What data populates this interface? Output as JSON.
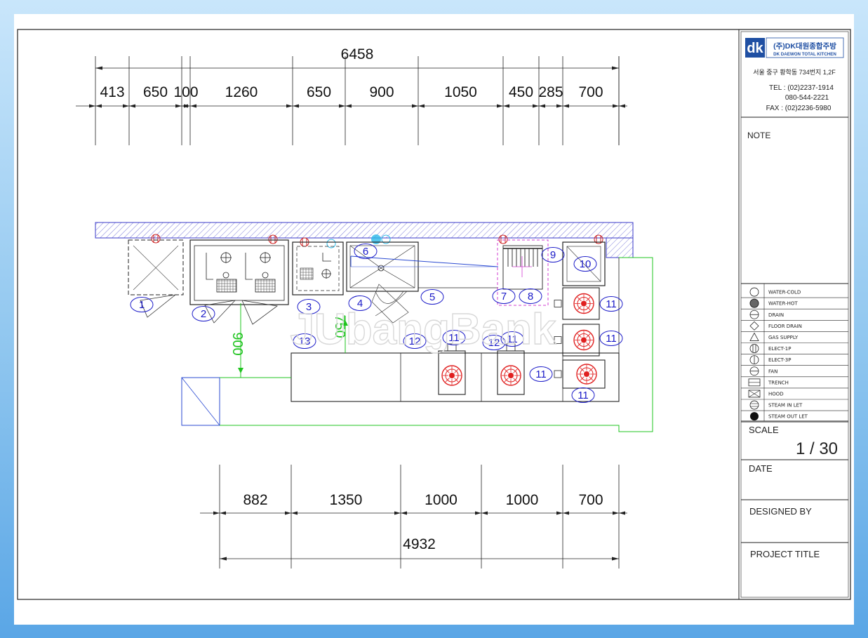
{
  "drawing": {
    "top_dims": {
      "total": "6458",
      "segments": [
        "413",
        "650",
        "100",
        "1260",
        "650",
        "900",
        "1050",
        "450",
        "285",
        "700"
      ]
    },
    "bottom_dims": {
      "total": "4932",
      "segments": [
        "882",
        "1350",
        "1000",
        "1000",
        "700"
      ]
    },
    "side_dims": {
      "left": "900",
      "center": "750"
    },
    "callouts": [
      "1",
      "2",
      "3",
      "4",
      "5",
      "6",
      "7",
      "8",
      "9",
      "10",
      "11",
      "11",
      "11",
      "11",
      "11",
      "11",
      "12",
      "12",
      "13"
    ],
    "watermark": "JUbangBank"
  },
  "title_block": {
    "logo_mark": "dk",
    "company_kr": "(주)DK대원종합주방",
    "company_en": "DK DAEWON TOTAL KITCHEN",
    "address": "서울 중구 황학동 734번지 1,2F",
    "tel": "TEL : (02)2237-1914",
    "mobile": "080-544-2221",
    "fax": "FAX : (02)2236-5980",
    "note_label": "NOTE",
    "legend": [
      {
        "icon": "water-cold",
        "label": "WATER-COLD"
      },
      {
        "icon": "water-hot",
        "label": "WATER-HOT"
      },
      {
        "icon": "drain",
        "label": "DRAIN"
      },
      {
        "icon": "floor-drain",
        "label": "FLOOR DRAIN"
      },
      {
        "icon": "gas-supply",
        "label": "GAS SUPPLY"
      },
      {
        "icon": "elect-1p",
        "label": "ELECT-1P"
      },
      {
        "icon": "elect-3p",
        "label": "ELECT-3P"
      },
      {
        "icon": "fan",
        "label": "FAN"
      },
      {
        "icon": "trench",
        "label": "TRENCH"
      },
      {
        "icon": "hood",
        "label": "HOOD"
      },
      {
        "icon": "steam-inlet",
        "label": "STEAM IN LET"
      },
      {
        "icon": "steam-outlet",
        "label": "STEAM OUT LET"
      }
    ],
    "scale_label": "SCALE",
    "scale_value": "1 / 30",
    "date_label": "DATE",
    "designed_by_label": "DESIGNED BY",
    "project_title_label": "PROJECT TITLE"
  }
}
